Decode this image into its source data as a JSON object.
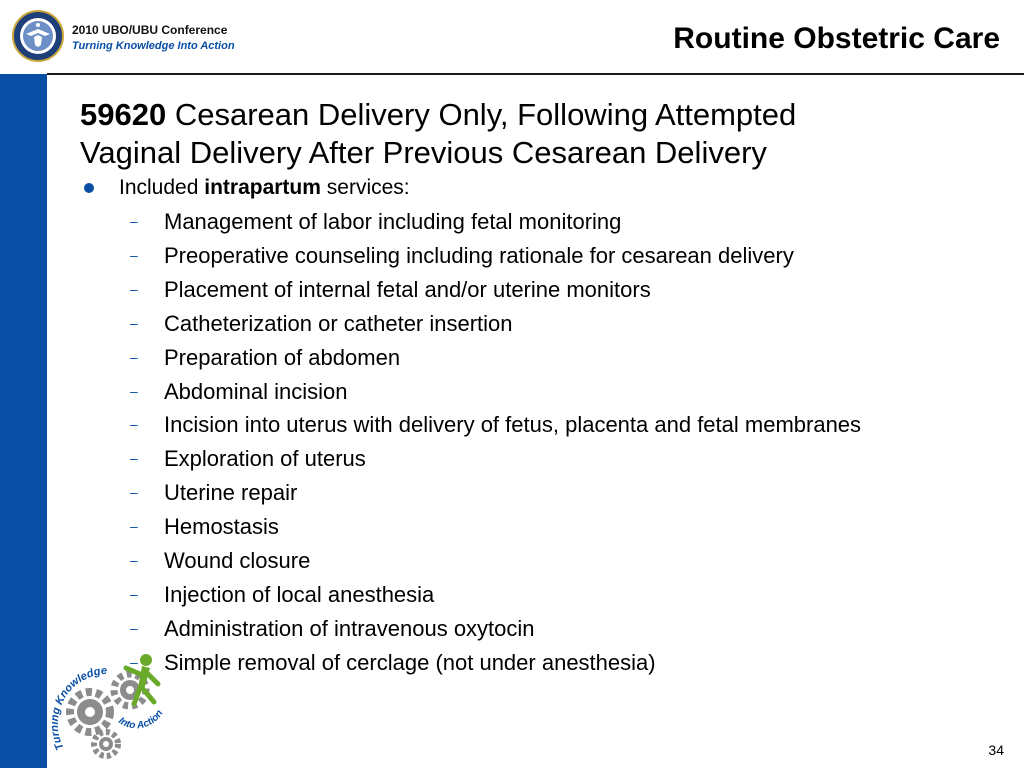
{
  "header": {
    "conference_name": "2010 UBO/UBU Conference",
    "conference_tagline": "Turning Knowledge Into Action",
    "title": "Routine Obstetric Care"
  },
  "colors": {
    "accent_blue": "#0a4fa6",
    "logo_green": "#6aaa2a",
    "gear_gray": "#8c8c8c"
  },
  "icons": {
    "seal": "dod-seal-icon",
    "logo": "gears-logo-icon"
  },
  "content": {
    "code": "59620",
    "heading_line1": "Cesarean Delivery Only, Following Attempted",
    "heading_line2": "Vaginal Delivery After Previous Cesarean Delivery",
    "bullet": {
      "prefix": "Included",
      "bold": "intrapartum",
      "suffix": "services:"
    },
    "dash_glyph": "–",
    "items": [
      "Management of labor including fetal monitoring",
      "Preoperative counseling including rationale for cesarean delivery",
      "Placement of internal fetal and/or uterine monitors",
      "Catheterization or catheter insertion",
      "Preparation of abdomen",
      "Abdominal incision",
      "Incision into uterus with delivery of fetus, placenta and fetal membranes",
      "Exploration of uterus",
      "Uterine repair",
      "Hemostasis",
      "Wound closure",
      "Injection of local anesthesia",
      "Administration of intravenous oxytocin",
      "Simple removal of cerclage (not under anesthesia)"
    ]
  },
  "logo": {
    "text_top": "Turning Knowledge",
    "text_bottom": "Into Action"
  },
  "page_number": "34"
}
